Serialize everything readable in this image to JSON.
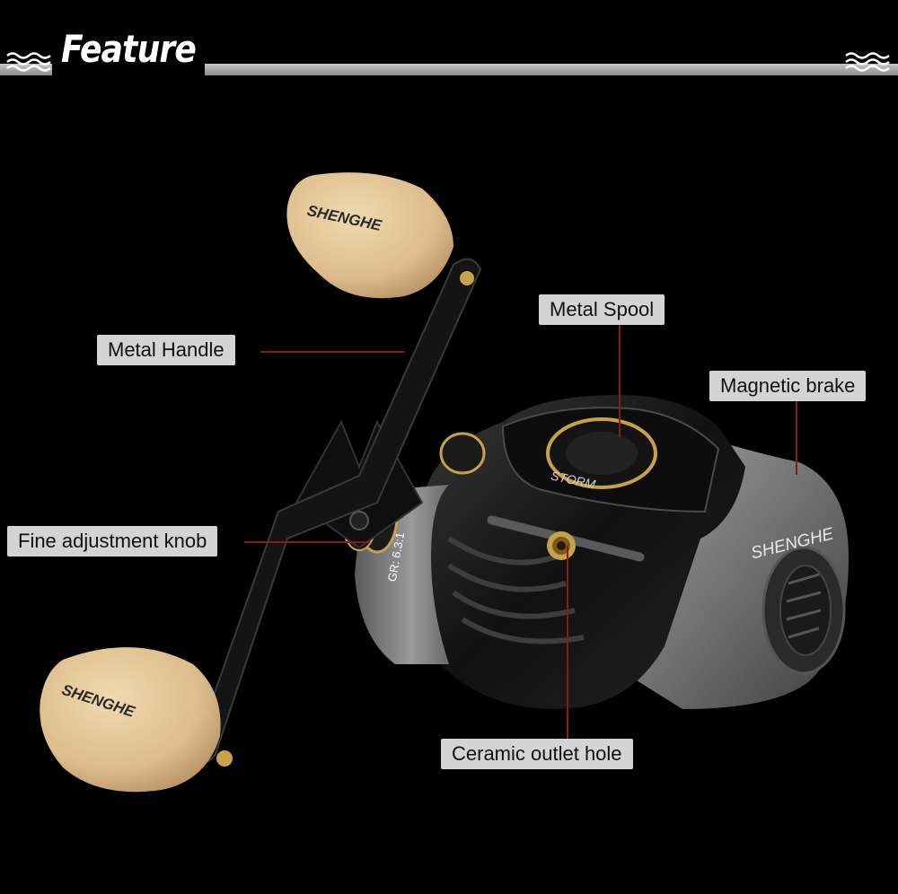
{
  "header": {
    "title": "Feature"
  },
  "labels": {
    "metal_handle": "Metal Handle",
    "metal_spool": "Metal Spool",
    "magnetic_brake": "Magnetic brake",
    "fine_adjustment_knob": "Fine adjustment knob",
    "ceramic_outlet_hole": "Ceramic outlet hole"
  },
  "product": {
    "brand_top_knob": "SHENGHE",
    "brand_bottom_knob": "SHENGHE",
    "brand_side": "SHENGHE",
    "model": "STORM",
    "gear_ratio": "GR: 6.3:1"
  },
  "colors": {
    "background": "#000000",
    "label_bg": "#d4d4d4",
    "leader_line": "#8a1a1a",
    "cork": "#e3c79b",
    "reel_body": "#1a1a1a",
    "reel_side": "#7d7d7d",
    "gold_accent": "#c8a24a"
  }
}
